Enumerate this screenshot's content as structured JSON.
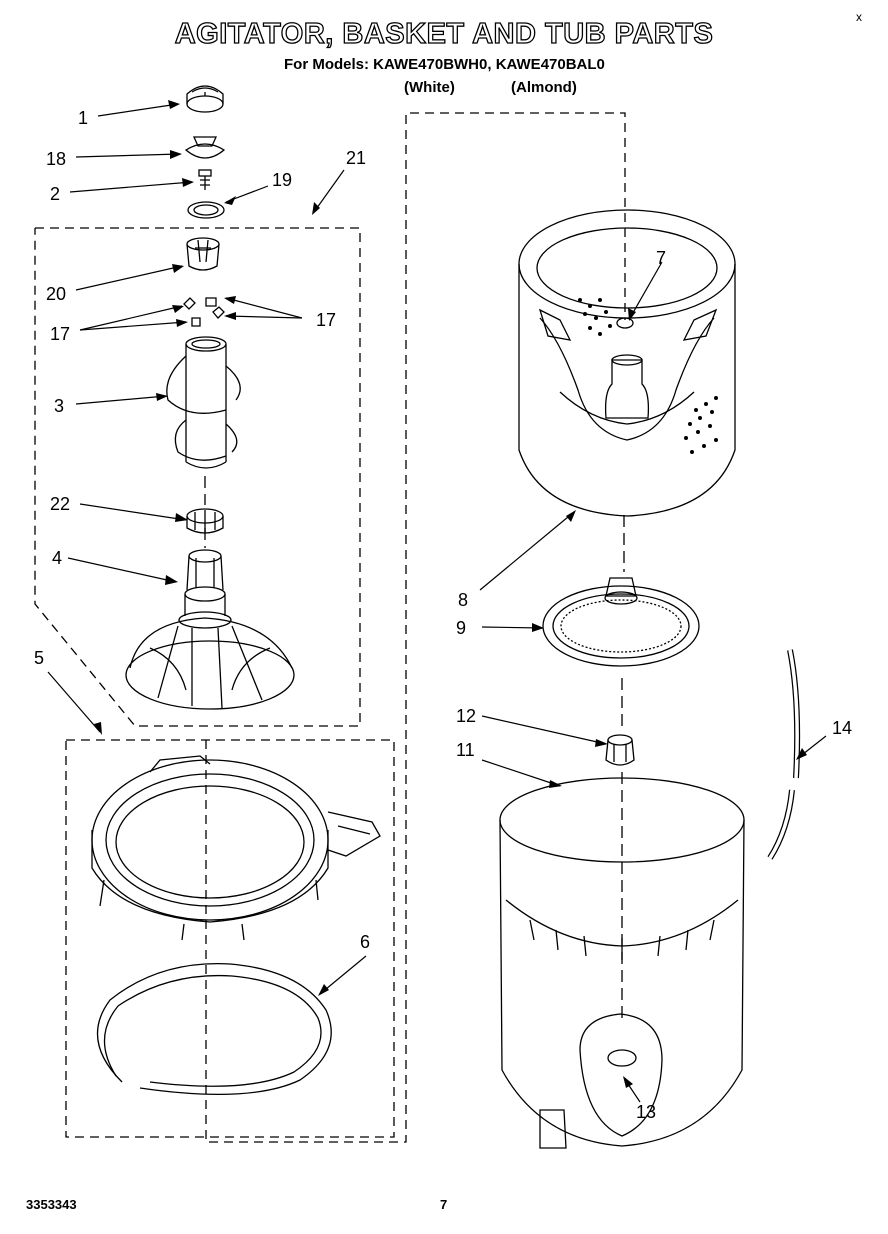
{
  "header": {
    "title": "AGITATOR, BASKET AND TUB PARTS",
    "models_line": "For Models: KAWE470BWH0, KAWE470BAL0",
    "variant_white": "(White)",
    "variant_almond": "(Almond)",
    "corner_mark": "x"
  },
  "footer": {
    "document_number": "3353343",
    "page_number": "7"
  },
  "callouts": {
    "c1": "1",
    "c18": "18",
    "c2": "2",
    "c19": "19",
    "c21": "21",
    "c20": "20",
    "c17a": "17",
    "c17b": "17",
    "c3": "3",
    "c22": "22",
    "c4": "4",
    "c5": "5",
    "c6": "6",
    "c7": "7",
    "c8": "8",
    "c9": "9",
    "c12": "12",
    "c11": "11",
    "c14": "14",
    "c13": "13"
  },
  "colors": {
    "line": "#000000",
    "background": "#ffffff"
  }
}
